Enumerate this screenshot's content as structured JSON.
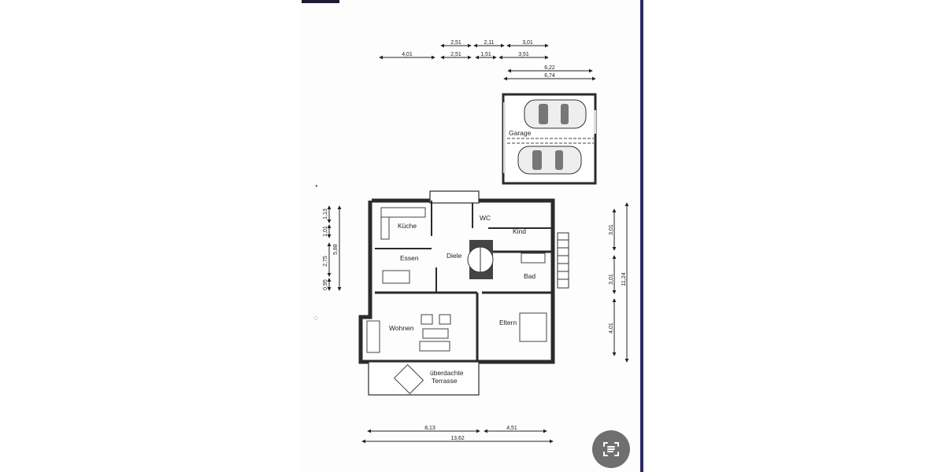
{
  "document": {
    "type": "floor-plan",
    "rooms": [
      {
        "name": "Garage"
      },
      {
        "name": "Küche"
      },
      {
        "name": "WC"
      },
      {
        "name": "Kind"
      },
      {
        "name": "Essen"
      },
      {
        "name": "Diele"
      },
      {
        "name": "Bad"
      },
      {
        "name": "Wohnen"
      },
      {
        "name": "Eltern"
      },
      {
        "name": "überdachte"
      },
      {
        "name": "Terrasse"
      }
    ],
    "dimensions": {
      "top_row1": [
        "2,51",
        "2,11",
        "3,01"
      ],
      "top_row2": [
        "4,01",
        "2,51",
        "1,51",
        "3,51"
      ],
      "garage_inner": "6,22",
      "garage_outer": "6,74",
      "left_parts": [
        "1,13",
        "1,01",
        "2,75",
        "0,95"
      ],
      "left_total": "5,88",
      "right_parts": [
        "3,01",
        "3,01",
        "4,01"
      ],
      "right_total": "11,24",
      "bottom_parts": [
        "8,13",
        "4,51"
      ],
      "bottom_total": "13,62"
    }
  },
  "controls": {
    "scan_text_button": {
      "icon": "text-scan-icon"
    }
  },
  "colors": {
    "wall": "#2b2b2b",
    "border": "#2a2a6e",
    "scan_button": "#6f6f6f"
  }
}
